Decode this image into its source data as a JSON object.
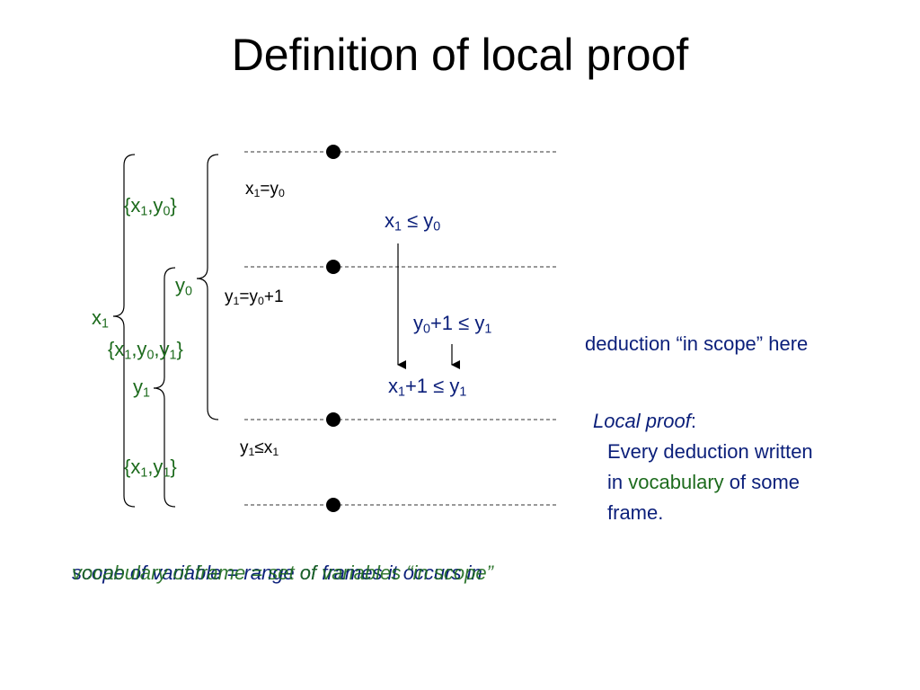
{
  "slide": {
    "title": "Definition of local proof"
  },
  "sets": {
    "x1y0": {
      "open": "{x",
      "s1": "1",
      "comma": ",y",
      "s2": "0",
      "close": "}"
    },
    "y0": {
      "v": "y",
      "s": "0"
    },
    "x1": {
      "v": "x",
      "s": "1"
    },
    "x1y0y1": {
      "open": "{x",
      "s1": "1",
      "c1": ",y",
      "s2": "0",
      "c2": ",y",
      "s3": "1",
      "close": "}"
    },
    "y1": {
      "v": "y",
      "s": "1"
    },
    "x1y1": {
      "open": "{x",
      "s1": "1",
      "comma": ",y",
      "s2": "1",
      "close": "}"
    }
  },
  "statements": {
    "s1": {
      "a": "x",
      "as": "1",
      "op": "=y",
      "bs": "0"
    },
    "s2": {
      "a": "y",
      "as": "1",
      "op": "=y",
      "bs": "0",
      "tail": "+1"
    },
    "s3": {
      "a": "y",
      "as": "1",
      "op": "≤x",
      "bs": "1"
    }
  },
  "deductions": {
    "d1": {
      "a": "x",
      "as": "1",
      "op": " ≤ y",
      "bs": "0"
    },
    "d2": {
      "a": "y",
      "as": "0",
      "op": "+1 ≤ y",
      "bs": "1"
    },
    "d3": {
      "a": "x",
      "as": "1",
      "op": "+1 ≤ y",
      "bs": "1"
    }
  },
  "notes": {
    "in_scope": "deduction “in scope” here",
    "local_proof_label": "Local proof",
    "local_proof_colon": ":",
    "line1": "Every deduction written",
    "line2_a": "in ",
    "line2_b": "vocabulary",
    "line2_c": " of some",
    "line3": "frame.",
    "overlap_a": "scope of variable = range of frames it occurs in",
    "overlap_b": "vocabulary of frame = set of variables “in scope”"
  },
  "colors": {
    "green": "#1d6b1d",
    "blue": "#0b1f7a",
    "black": "#000000"
  }
}
